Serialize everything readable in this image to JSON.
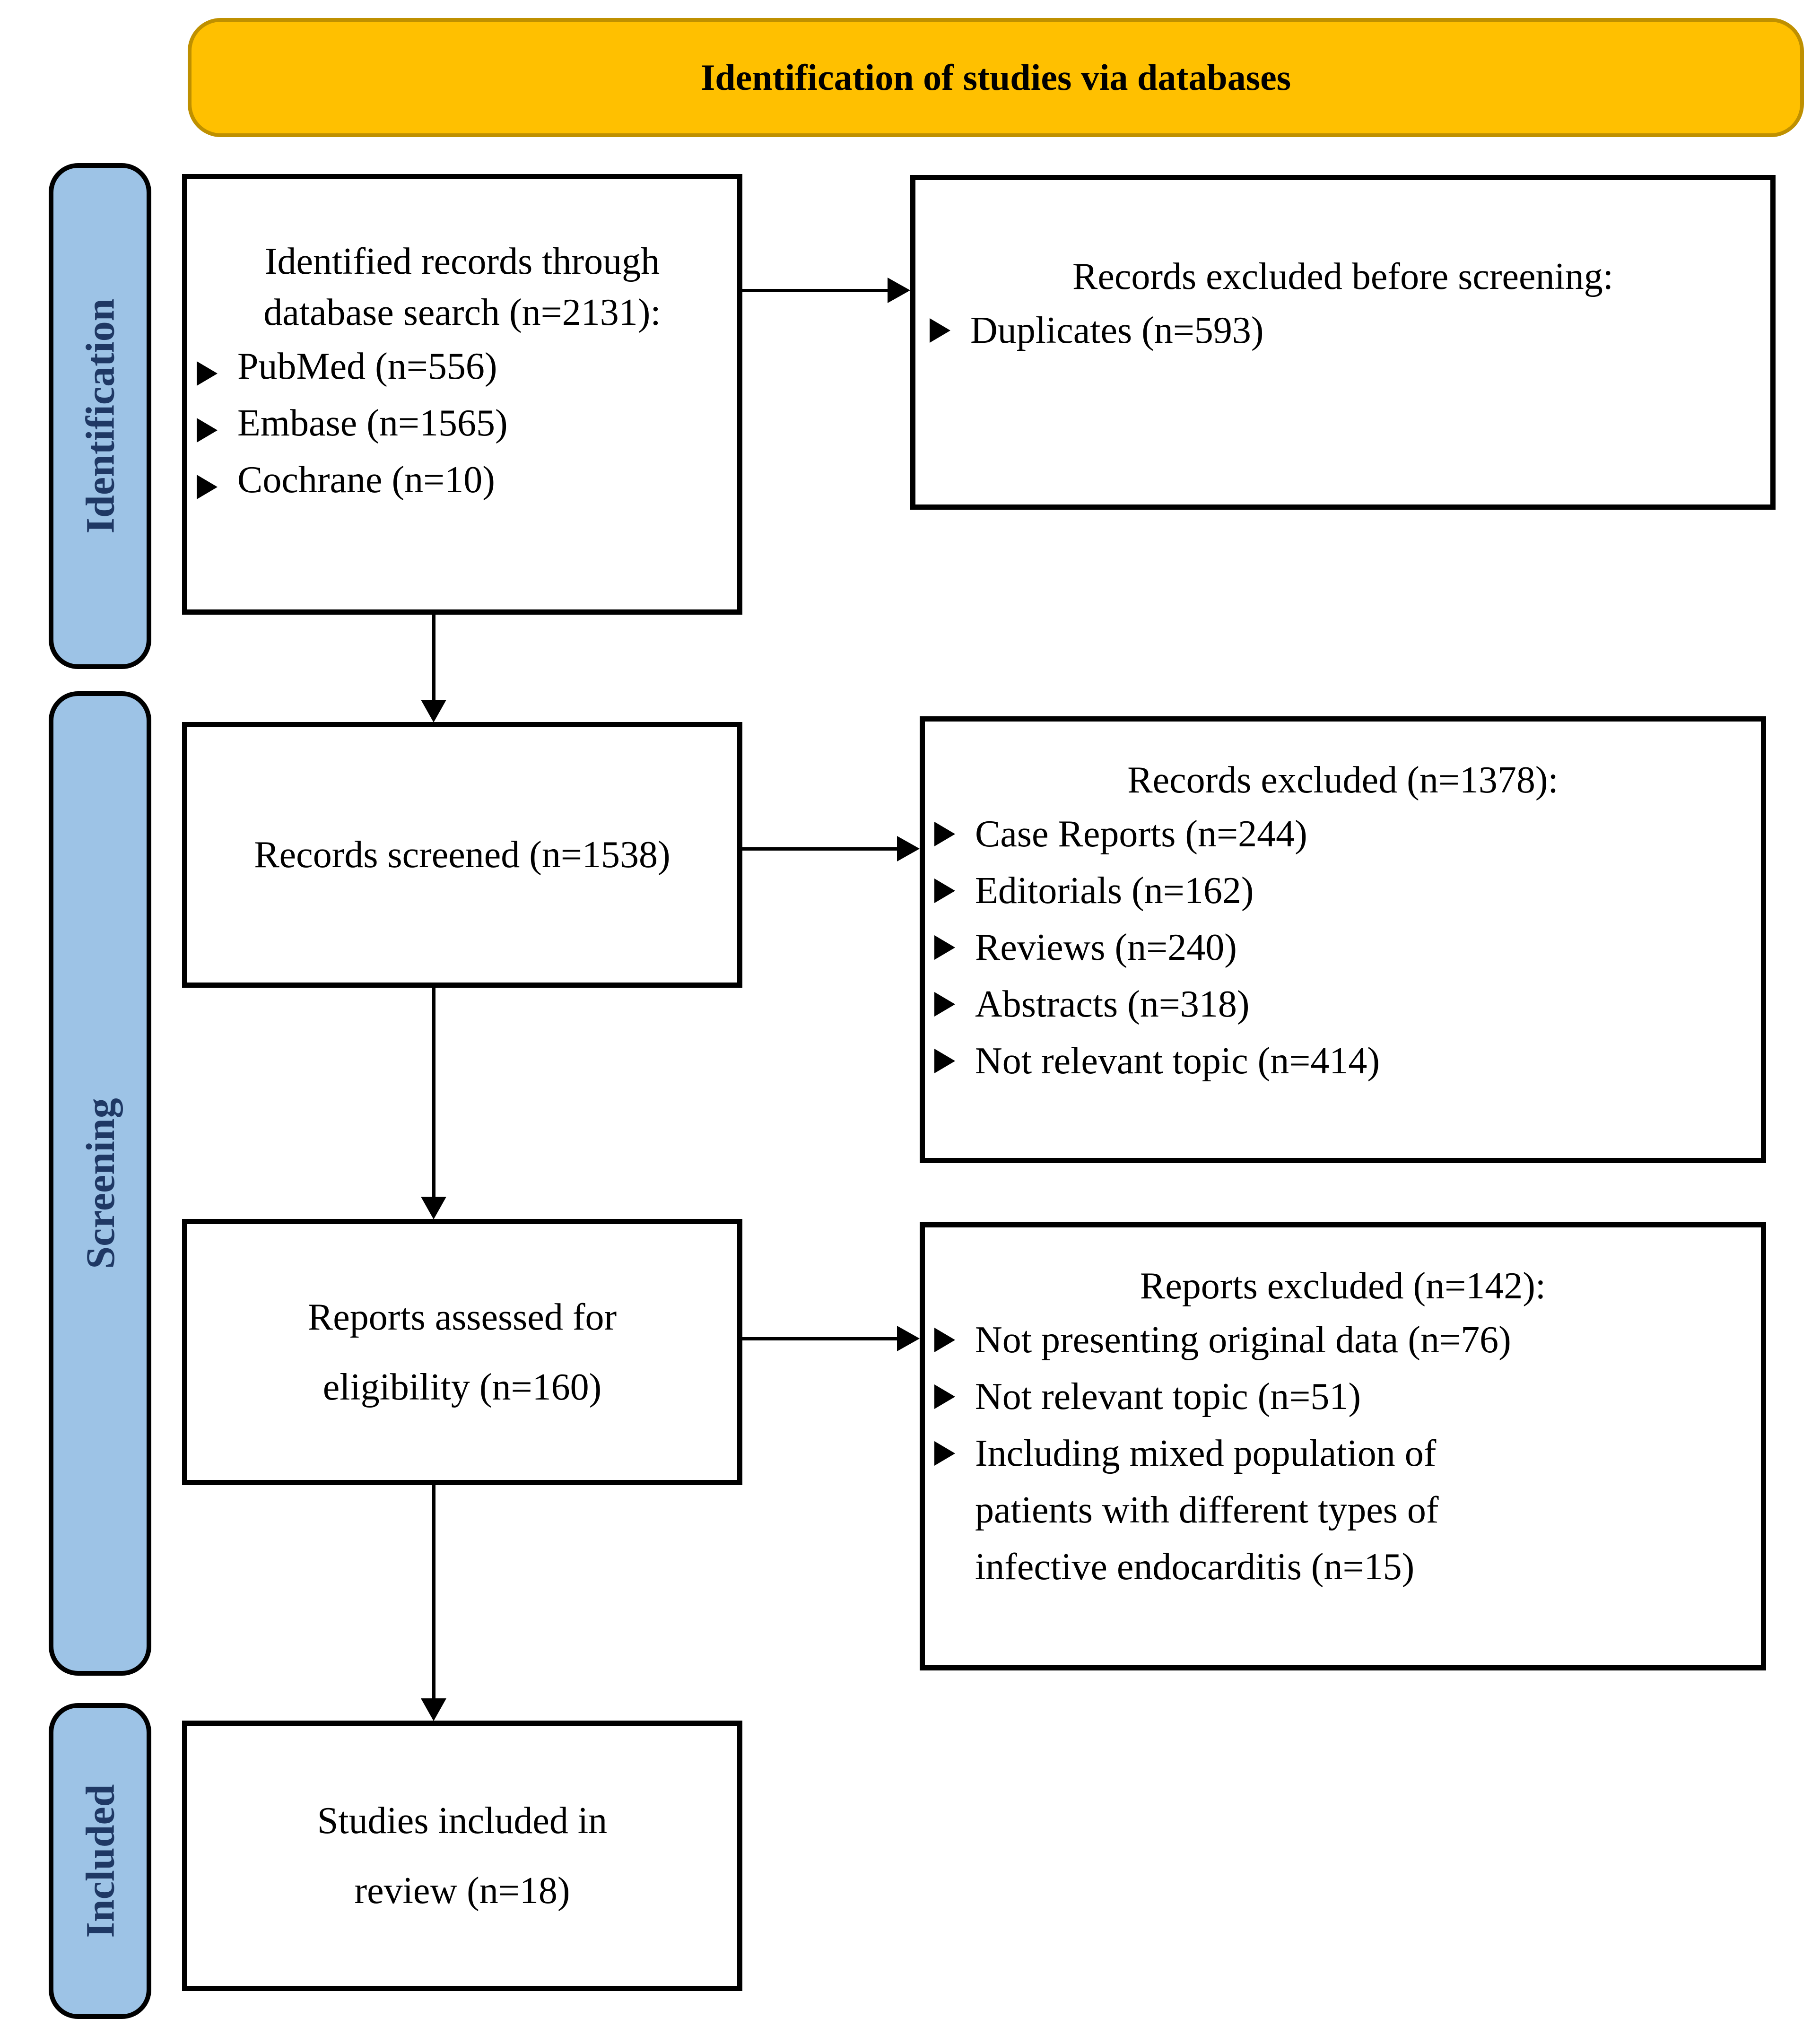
{
  "banner": {
    "title": "Identification of studies via databases"
  },
  "stages": {
    "identification": "Identification",
    "screening": "Screening",
    "included": "Included"
  },
  "boxes": {
    "identified": {
      "title_lines": [
        "Identified records through",
        "database search (n=2131):"
      ],
      "items": [
        "PubMed (n=556)",
        "Embase (n=1565)",
        "Cochrane (n=10)"
      ]
    },
    "excluded_before_screening": {
      "title": "Records excluded before screening:",
      "items": [
        "Duplicates (n=593)"
      ]
    },
    "screened": {
      "title": "Records screened (n=1538)"
    },
    "records_excluded": {
      "title": "Records excluded (n=1378):",
      "items": [
        "Case Reports (n=244)",
        "Editorials (n=162)",
        "Reviews (n=240)",
        "Abstracts (n=318)",
        "Not relevant topic (n=414)"
      ]
    },
    "assessed": {
      "title_lines": [
        "Reports assessed for",
        "eligibility (n=160)"
      ]
    },
    "reports_excluded": {
      "title": "Reports excluded (n=142):",
      "items_lines": [
        [
          "Not presenting original data (n=76)"
        ],
        [
          "Not relevant topic (n=51)"
        ],
        [
          "Including mixed population of",
          "patients with different types of",
          "infective endocarditis (n=15)"
        ]
      ]
    },
    "included_studies": {
      "title_lines": [
        "Studies included in",
        "review (n=18)"
      ]
    }
  },
  "icons": {
    "bullet_arrow": "➢"
  },
  "colors": {
    "banner_fill": "#FFC000",
    "banner_border": "#BF9000",
    "stage_fill": "#9DC3E6",
    "stage_text": "#1F3864",
    "box_border": "#000000",
    "arrow_color": "#000000"
  }
}
